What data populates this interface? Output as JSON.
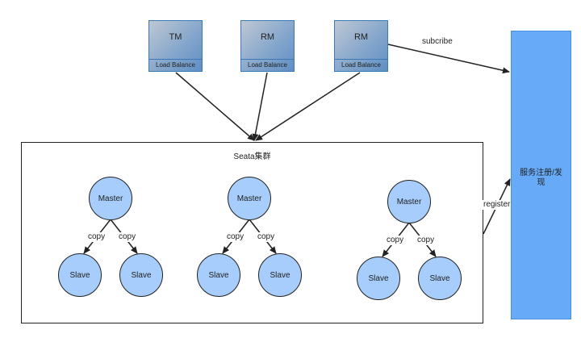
{
  "clients": [
    {
      "name": "TM",
      "subtitle": "Load Balance"
    },
    {
      "name": "RM",
      "subtitle": "Load Balance"
    },
    {
      "name": "RM",
      "subtitle": "Load Balance"
    }
  ],
  "cluster": {
    "title": "Seata集群",
    "groups": [
      {
        "master": "Master",
        "slaves": [
          "Slave",
          "Slave"
        ],
        "edge_labels": [
          "copy",
          "copy"
        ]
      },
      {
        "master": "Master",
        "slaves": [
          "Slave",
          "Slave"
        ],
        "edge_labels": [
          "copy",
          "copy"
        ]
      },
      {
        "master": "Master",
        "slaves": [
          "Slave",
          "Slave"
        ],
        "edge_labels": [
          "copy",
          "copy"
        ]
      }
    ]
  },
  "registry": {
    "label": "服务注册/发现"
  },
  "edges": {
    "subscribe": "subcribe",
    "register": "register"
  },
  "colors": {
    "node_fill": "#a6cdfb",
    "registry_fill": "#66aaf8",
    "client_border": "#3a78b6",
    "line": "#222222"
  }
}
